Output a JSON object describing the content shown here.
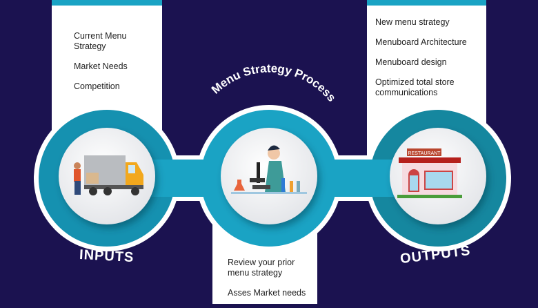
{
  "title": "Menu Strategy Process",
  "inputs": {
    "label": "INPUTS",
    "items": [
      "Current Menu Strategy",
      "Market Needs",
      "Competition"
    ]
  },
  "process": {
    "items": [
      "Review your prior menu strategy",
      "Asses Market needs"
    ]
  },
  "outputs": {
    "label": "OUTPUTS",
    "items": [
      "New menu strategy",
      "Menuboard Architecture",
      "Menuboard design",
      "Optimized total store communications"
    ]
  },
  "restaurant_sign": "RESTAURANT",
  "colors": {
    "background": "#1b1250",
    "teal": "#1aa3c4",
    "teal_dark": "#0e7f99"
  }
}
